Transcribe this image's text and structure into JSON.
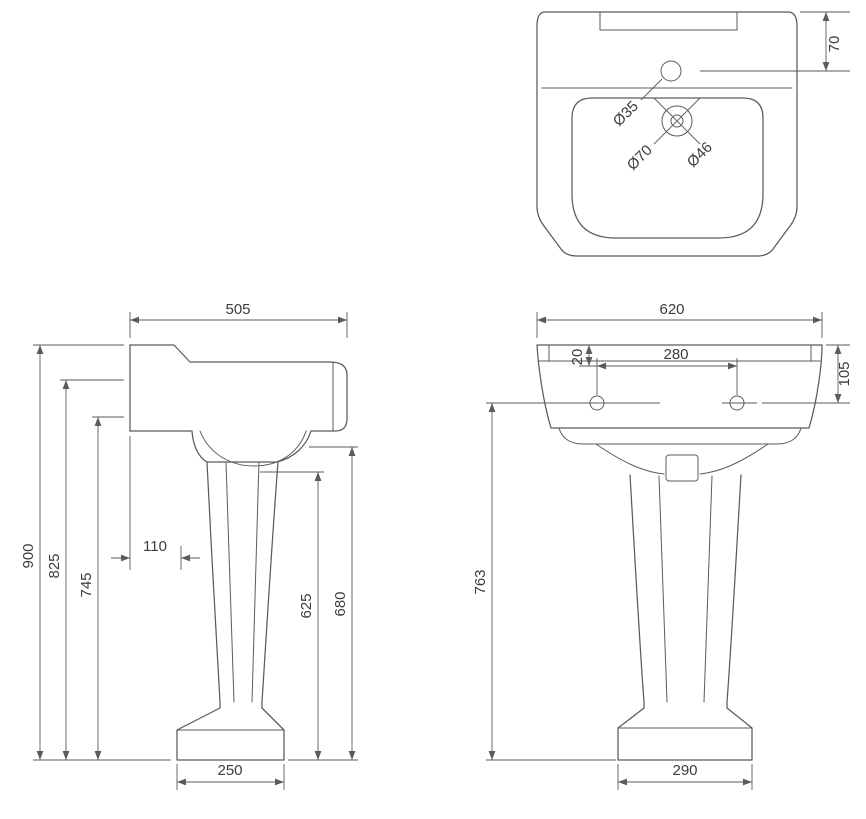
{
  "drawing": {
    "colors": {
      "line": "#5b5b5b",
      "text": "#3c3c3c",
      "background": "#ffffff"
    },
    "plan_view": {
      "dia_35": "Ø35",
      "dia_70": "Ø70",
      "dia_46": "Ø46",
      "offset_70": "70"
    },
    "side_view": {
      "depth_505": "505",
      "height_900": "900",
      "height_825": "825",
      "height_745": "745",
      "gap_110": "110",
      "height_625": "625",
      "height_680": "680",
      "base_depth_250": "250"
    },
    "front_view": {
      "width_620": "620",
      "tap_centres_280": "280",
      "offset_20": "20",
      "height_105": "105",
      "height_763": "763",
      "base_width_290": "290"
    }
  }
}
